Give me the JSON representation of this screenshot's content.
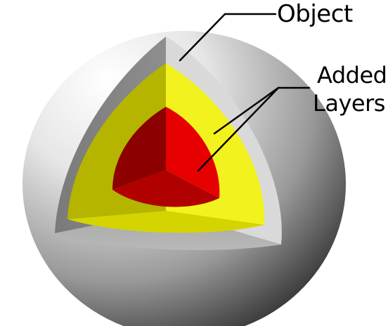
{
  "labels": {
    "object": "Object",
    "added_line1": "Added",
    "added_line2": "Layers"
  },
  "colors": {
    "sphere_highlight": "#ffffff",
    "sphere_mid": "#dcdcdc",
    "sphere_shadow": "#3a3a3a",
    "shell_light_gray": "#dadada",
    "shell_mid_gray": "#9b9b9b",
    "shell_dark_gray": "#6e6e6e",
    "yellow_bright": "#f2f21e",
    "yellow_olive": "#b3b300",
    "yellow_dim": "#d1d100",
    "red_bright": "#e50000",
    "red_dark": "#8c0000",
    "red_mid": "#b00000",
    "callout_line": "#000000"
  }
}
